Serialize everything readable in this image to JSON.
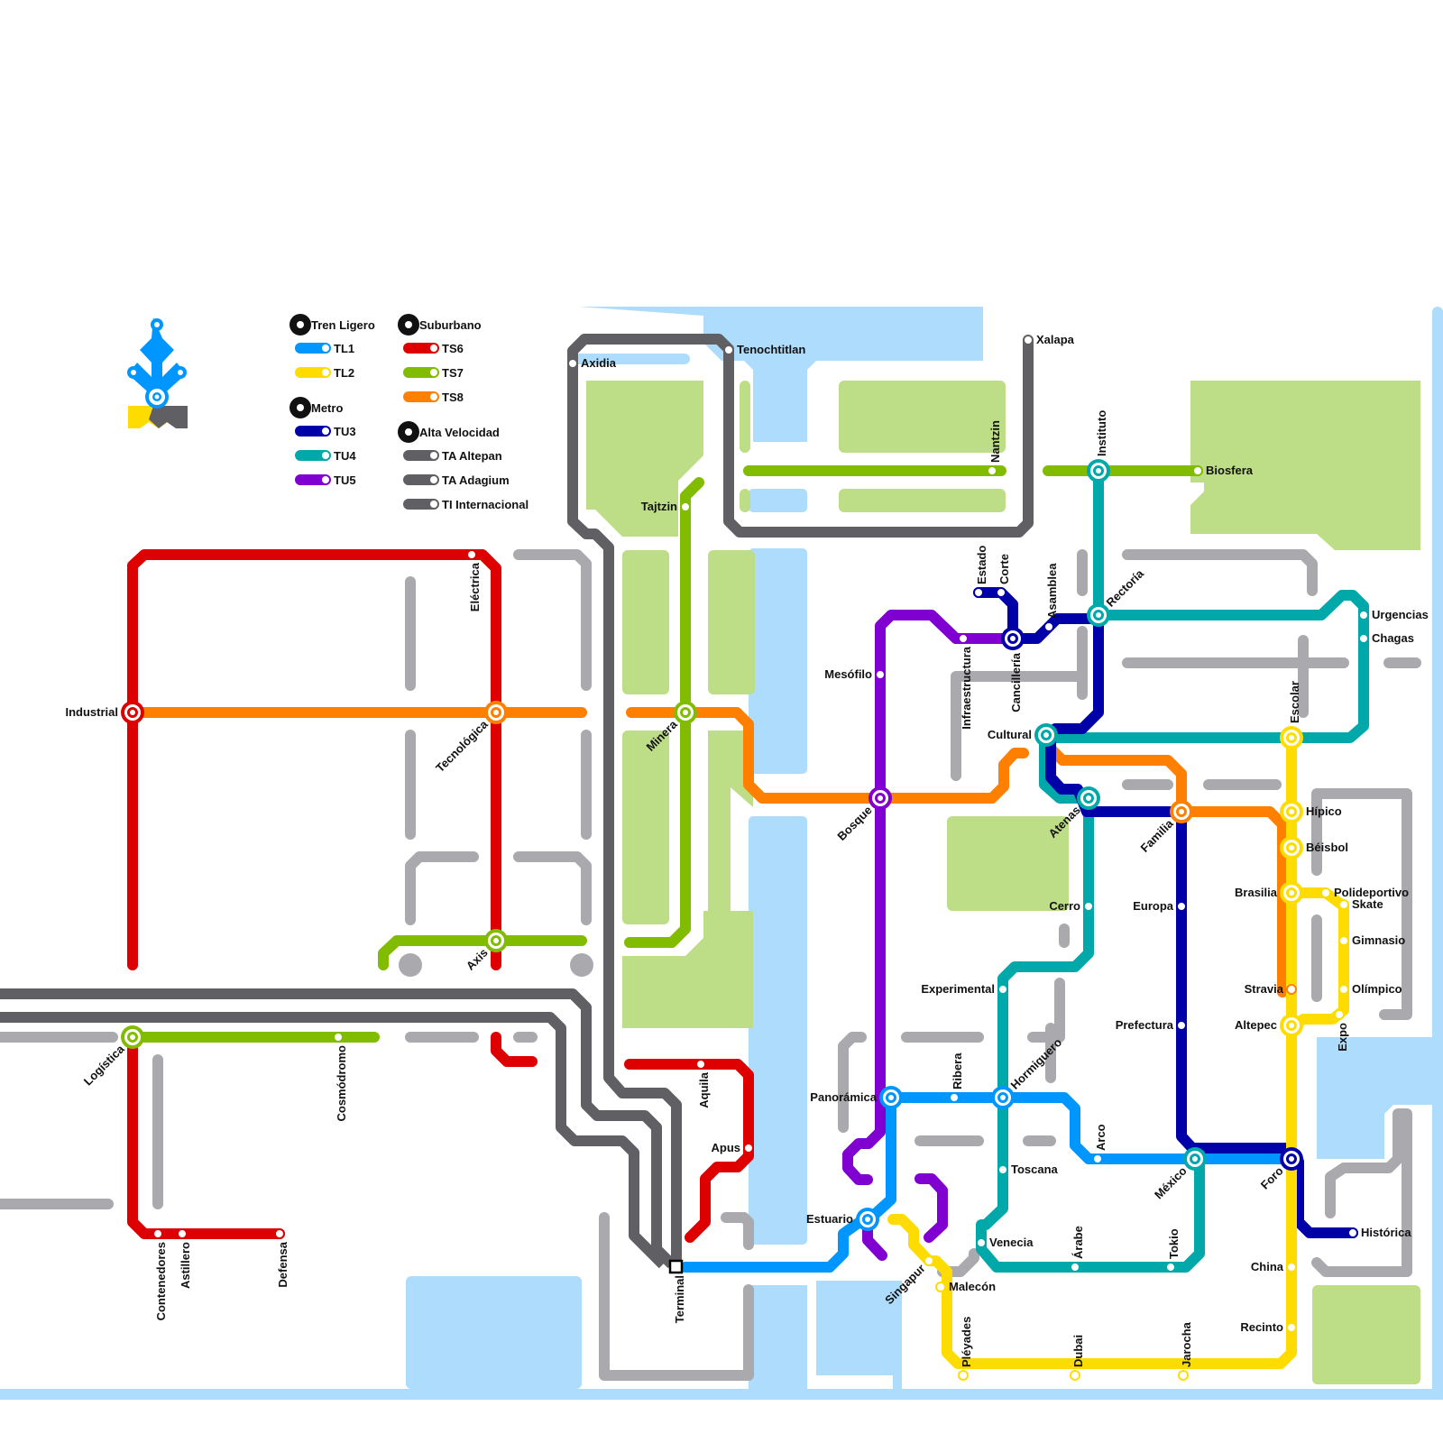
{
  "map": {
    "title": "Mapa de Transporte",
    "colors": {
      "TL1": "#0096ff",
      "TL2": "#ffdc00",
      "TU3": "#0000a8",
      "TU4": "#00a8aa",
      "TU5": "#7f00d0",
      "TS6": "#de0000",
      "TS7": "#82bc00",
      "TS8": "#ff8000",
      "TA": "#606064",
      "street": "#aaaaae",
      "water": "#aedcfc",
      "park": "#bddd86"
    }
  },
  "legend": {
    "groups": [
      {
        "name": "Tren Ligero",
        "lines": [
          {
            "id": "TL1",
            "label": "TL1"
          },
          {
            "id": "TL2",
            "label": "TL2"
          }
        ]
      },
      {
        "name": "Metro",
        "lines": [
          {
            "id": "TU3",
            "label": "TU3"
          },
          {
            "id": "TU4",
            "label": "TU4"
          },
          {
            "id": "TU5",
            "label": "TU5"
          }
        ]
      },
      {
        "name": "Suburbano",
        "lines": [
          {
            "id": "TS6",
            "label": "TS6"
          },
          {
            "id": "TS7",
            "label": "TS7"
          },
          {
            "id": "TS8",
            "label": "TS8"
          }
        ]
      },
      {
        "name": "Alta Velocidad",
        "lines": [
          {
            "id": "TA1",
            "label": "TA Altepan"
          },
          {
            "id": "TA2",
            "label": "TA Adagium"
          },
          {
            "id": "TI",
            "label": "TI Internacional"
          }
        ]
      }
    ]
  },
  "stations": {
    "axidia": "Axidia",
    "tenochtitlan": "Tenochtitlan",
    "xalapa": "Xalapa",
    "nantzin": "Nantzin",
    "instituto": "Instituto",
    "biosfera": "Biosfera",
    "tajtzin": "Tajtzin",
    "electrica": "Eléctrica",
    "industrial": "Industrial",
    "tecnologica": "Tecnológica",
    "minera": "Minera",
    "estado": "Estado",
    "corte": "Corte",
    "asamblea": "Asamblea",
    "rectoria": "Rectoría",
    "urgencias": "Urgencias",
    "chagas": "Chagas",
    "mesofilo": "Mesófilo",
    "infraestructura": "Infraestructura",
    "cancilleria": "Cancillería",
    "cultural": "Cultural",
    "escolar": "Escolar",
    "bosque": "Bosque",
    "atenas": "Atenas",
    "familia": "Familia",
    "hipico": "Hípico",
    "beisbol": "Béisbol",
    "cerro": "Cerro",
    "europa": "Europa",
    "brasilia": "Brasilia",
    "polideportivo": "Polideportivo",
    "skate": "Skate",
    "gimnasio": "Gimnasio",
    "axis": "Axis",
    "experimental": "Experimental",
    "stravia": "Stravia",
    "olimpico": "Olímpico",
    "prefectura": "Prefectura",
    "altepec": "Altepec",
    "expo": "Expo",
    "logistica": "Logística",
    "cosmodromo": "Cosmódromo",
    "aquila": "Aquila",
    "ribera": "Ribera",
    "hormiguero": "Hormiguero",
    "panoramica": "Panorámica",
    "apus": "Apus",
    "arco": "Arco",
    "toscana": "Toscana",
    "mexico": "México",
    "foro": "Foro",
    "estuario": "Estuario",
    "historica": "Histórica",
    "contenedores": "Contenedores",
    "astillero": "Astillero",
    "defensa": "Defensa",
    "venecia": "Venecia",
    "arabe": "Árabe",
    "tokio": "Tokio",
    "china": "China",
    "singapur": "Singapur",
    "malecon": "Malecón",
    "terminal": "Terminal",
    "recinto": "Recinto",
    "pleyades": "Pléyades",
    "dubai": "Dubai",
    "jarocha": "Jarocha"
  }
}
